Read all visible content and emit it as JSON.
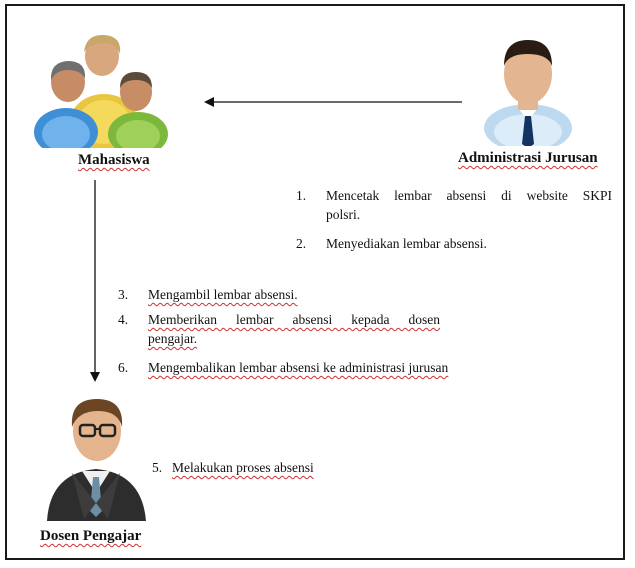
{
  "actors": {
    "mahasiswa": {
      "label": "Mahasiswa"
    },
    "administrasi": {
      "label": "Administrasi Jurusan"
    },
    "dosen": {
      "label": "Dosen Pengajar"
    }
  },
  "steps": {
    "s1": {
      "num": "1.",
      "line1": "Mencetak lembar absensi di website SKPI",
      "line2": "polsri."
    },
    "s2": {
      "num": "2.",
      "text": "Menyediakan lembar absensi."
    },
    "s3": {
      "num": "3.",
      "text": "Mengambil lembar absensi."
    },
    "s4": {
      "num": "4.",
      "line1": "Memberikan lembar absensi kepada dosen",
      "line2": "pengajar."
    },
    "s6": {
      "num": "6.",
      "text": "Mengembalikan lembar absensi ke administrasi jurusan"
    },
    "s5": {
      "num": "5.",
      "text": "Melakukan proses absensi"
    }
  },
  "icons": {
    "group": "group-of-people-icon",
    "admin": "businessman-icon",
    "lecturer": "man-with-glasses-icon"
  }
}
